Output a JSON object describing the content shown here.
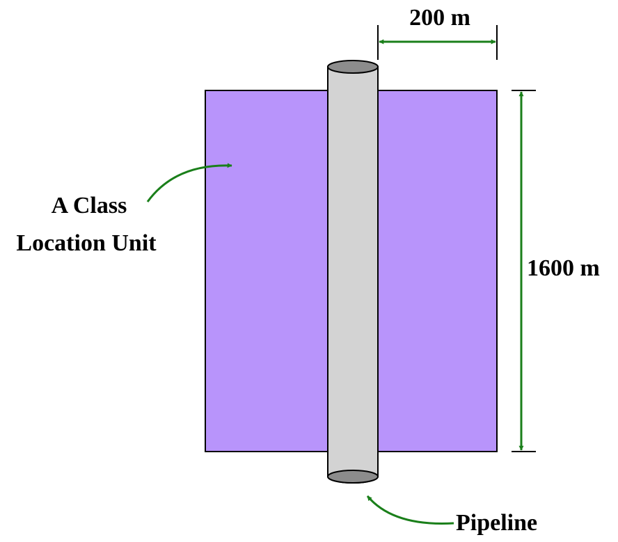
{
  "labels": {
    "unit_line1": "A Class",
    "unit_line2": "Location Unit",
    "width_dimension": "200 m",
    "height_dimension": "1600 m",
    "pipeline": "Pipeline"
  },
  "colors": {
    "unit_fill": "#b894fb",
    "pipe_body": "#d3d3d3",
    "pipe_cap": "#8c8c8c",
    "arrow": "#1a7f1a",
    "outline": "#000000"
  }
}
